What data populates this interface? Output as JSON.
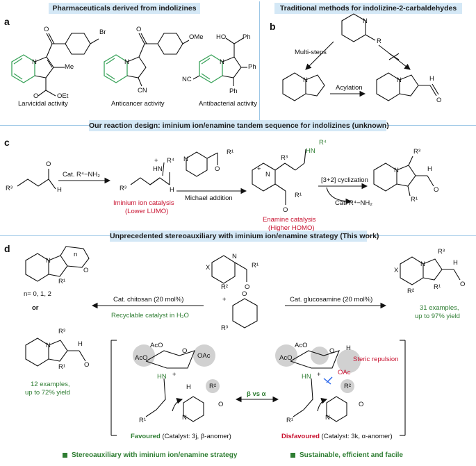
{
  "banners": {
    "pharma": "Pharmaceuticals derived from indolizines",
    "traditional": "Traditional methods for indolizine-2-carbaldehydes",
    "design": "Our reaction design: iminium ion/enamine tandem sequence for indolizines (unknown)",
    "unprecedented": "Unprecedented stereoauxiliary with iminium ion/enamine strategy (This work)"
  },
  "panel_labels": {
    "a": "a",
    "b": "b",
    "c": "c",
    "d": "d"
  },
  "panel_a": {
    "activity_1": "Larvicidal activity",
    "activity_2": "Anticancer activity",
    "activity_3": "Antibacterial activity",
    "sub_br": "Br",
    "sub_ome": "OMe",
    "sub_me": "Me",
    "sub_oet": "OEt",
    "sub_cn_1": "CN",
    "sub_cn_2": "NC",
    "sub_ph_1": "Ph",
    "sub_ph_2": "Ph",
    "sub_ph_3": "Ph",
    "sub_ho": "HO",
    "o_1": "O",
    "o_2": "O",
    "o_3": "O",
    "n_1": "N",
    "n_2": "N",
    "n_3": "N"
  },
  "panel_b": {
    "multi_steps": "Multi-steps",
    "acylation": "Acylation",
    "r": "R",
    "n_top": "N",
    "n_left": "N",
    "n_right": "N",
    "h": "H",
    "o": "O"
  },
  "panel_c": {
    "cat_1": "Cat. R⁴−NH₂",
    "r3_1": "R³",
    "o_1": "O",
    "h_1": "H",
    "hn_r4": "HN",
    "r4_a": "R⁴",
    "plus_a": "+",
    "r3_2": "R³",
    "h_2": "H",
    "iminium_1": "Iminium ion catalysis",
    "iminium_2": "(Lower LUMO)",
    "michael": "Michael addition",
    "n_py": "N",
    "r1_a": "R¹",
    "o_2": "O",
    "r3_3": "R³",
    "hn_2": "HN",
    "r4_b": "R⁴",
    "n_plus": "N",
    "plus_b": "+",
    "r1_b": "R¹",
    "o_3": "O",
    "enamine_1": "Enamine catalysis",
    "enamine_2": "(Higher HOMO)",
    "cyclization": "[3+2] cyclization",
    "cat_2": "Cat. R⁴−NH₂",
    "n_prod": "N",
    "r3_4": "R³",
    "h_3": "H",
    "o_4": "O",
    "r1_c": "R¹"
  },
  "panel_d": {
    "n_left": "N",
    "n_label": "n",
    "o_left": "O",
    "r1_left": "R¹",
    "n_values": "n= 0, 1, 2",
    "or": "or",
    "r3_left": "R³",
    "h_left": "H",
    "o_left2": "O",
    "r1_left2": "R¹",
    "n_left2": "N",
    "yield_left_1": "12 examples,",
    "yield_left_2": "up to 72% yield",
    "chitosan": "Cat. chitosan (20 mol%)",
    "recyclable": "Recyclable catalyst in H₂O",
    "glucosamine": "Cat. glucosamine (20 mol%)",
    "x_1": "X",
    "n_sm": "N",
    "r1_sm": "R¹",
    "r2_sm": "R²",
    "o_sm": "O",
    "plus": "+",
    "o_enone": "O",
    "r3_enone": "R³",
    "x_2": "X",
    "n_right": "N",
    "r3_right": "R³",
    "h_right": "H",
    "o_right": "O",
    "r2_right": "R²",
    "r1_right": "R¹",
    "yield_right_1": "31 examples,",
    "yield_right_2": "up to 97% yield",
    "aco_1": "AcO",
    "aco_2": "AcO",
    "oac_1": "OAc",
    "o_ring_1": "O",
    "hn_1": "HN",
    "plus_fav": "+",
    "h_fav": "H",
    "r2_fav": "R²",
    "o_fav": "O",
    "r1_fav": "R¹",
    "n_fav": "N",
    "beta_vs_alpha": "β vs α",
    "aco_3": "AcO",
    "aco_4": "AcO",
    "oac_2": "OAc",
    "o_ring_2": "O",
    "h_dis": "H",
    "hn_2": "HN",
    "plus_dis": "+",
    "r2_dis": "R²",
    "o_dis": "O",
    "r1_dis": "R¹",
    "n_dis": "N",
    "steric": "Steric repulsion",
    "favoured": "Favoured",
    "favoured_cat": "(Catalyst: 3j, β-anomer)",
    "disfavoured": "Disfavoured",
    "disfavoured_cat": "(Catalyst: 3k, α-anomer)"
  },
  "footer": {
    "left": "Stereoauxiliary with iminium ion/enamine strategy",
    "right": "Sustainable, efficient and facile"
  },
  "colors": {
    "banner_bg": "#d4e8f6",
    "separator": "#9cc7e6",
    "highlight_green": "#3aa35a",
    "red_text": "#c8102e",
    "footer_green": "#2e7d32"
  }
}
